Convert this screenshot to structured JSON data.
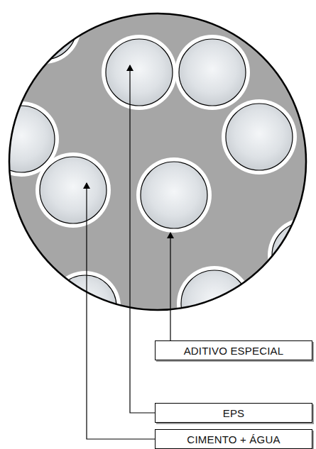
{
  "diagram": {
    "nodes": [
      {
        "text": [
          "ADITIVO ESPECIAL"
        ]
      },
      {
        "text": [
          "EPS"
        ]
      },
      {
        "text": [
          "CIMENTO + ÁGUA"
        ]
      }
    ]
  }
}
